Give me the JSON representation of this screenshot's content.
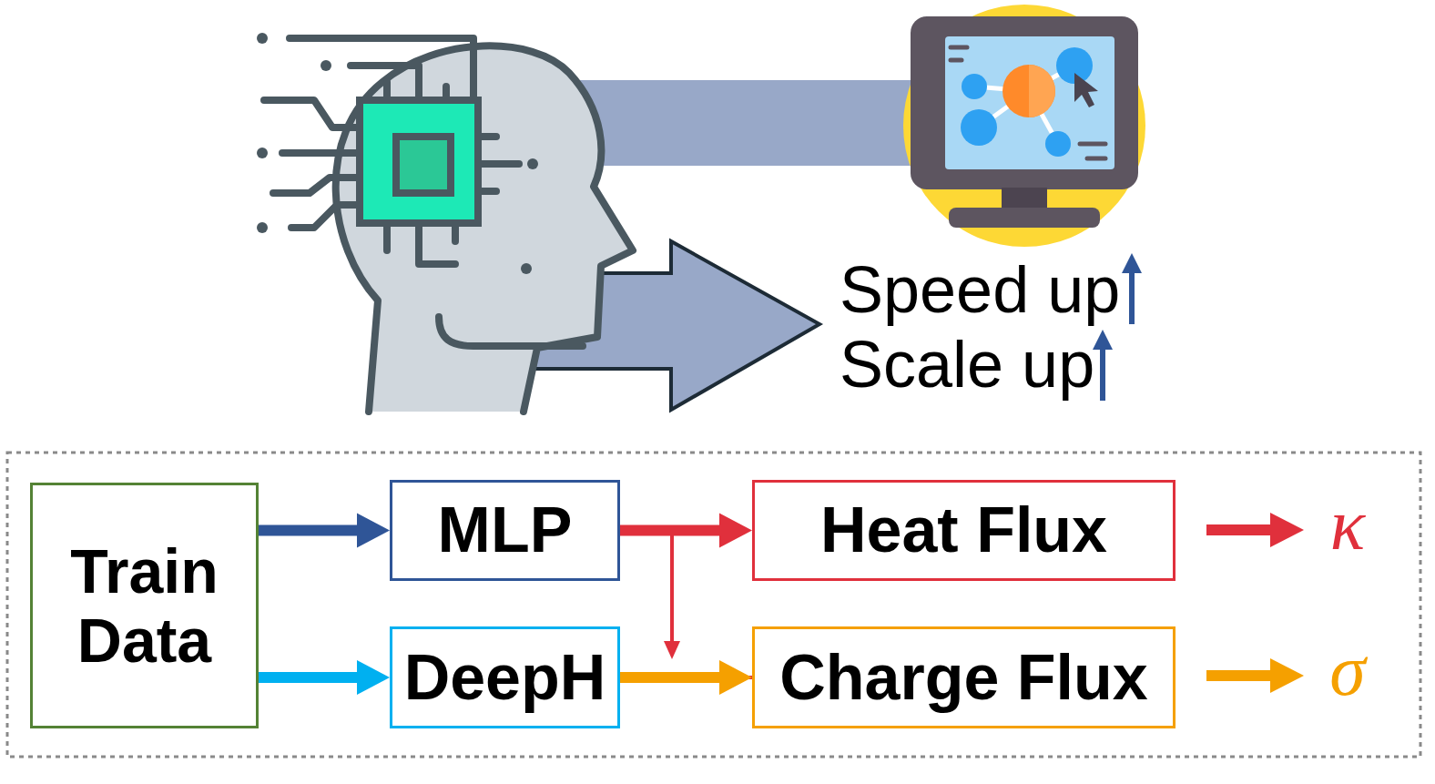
{
  "diagram": {
    "nodes": [
      {
        "text": [
          "Train Data"
        ]
      },
      {
        "text": [
          "MLP"
        ]
      },
      {
        "text": [
          "Heat Flux"
        ]
      },
      {
        "text": [
          "DeepH"
        ]
      },
      {
        "text": [
          "Charge Flux"
        ]
      }
    ],
    "edges": [
      {
        "from": 0,
        "to": 1,
        "arrow": "to"
      },
      {
        "from": 0,
        "to": 3,
        "arrow": "to"
      },
      {
        "from": 1,
        "to": 2,
        "arrow": "to"
      },
      {
        "from": 1,
        "to": 4,
        "arrow": "to"
      },
      {
        "from": 3,
        "to": 4,
        "arrow": "to"
      }
    ],
    "labels": [
      "Speed up",
      "Scale up",
      "κ",
      "σ"
    ]
  }
}
